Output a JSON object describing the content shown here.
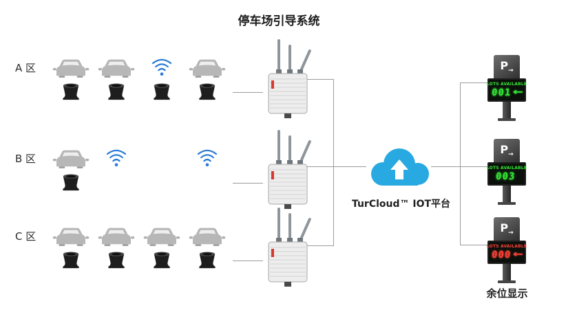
{
  "title": "停车场引导系统",
  "zones": [
    {
      "label": "A 区",
      "spots": [
        "car",
        "car",
        "wifi",
        "car"
      ],
      "sensors": [
        true,
        true,
        true,
        true
      ]
    },
    {
      "label": "B 区",
      "spots": [
        "car",
        "wifi",
        "empty",
        "wifi"
      ],
      "sensors": [
        true,
        false,
        false,
        false
      ]
    },
    {
      "label": "C 区",
      "spots": [
        "car",
        "car",
        "car",
        "car"
      ],
      "sensors": [
        true,
        true,
        true,
        true
      ]
    }
  ],
  "cloud": {
    "label": "TurCloud™ IOT平台"
  },
  "displays": [
    {
      "logo": "P",
      "logo_arrow": "→",
      "panel_title": "LOTS AVAILABLE",
      "count": "001",
      "arrow": "←",
      "count_color": "#35e835",
      "title_color": "#35e835"
    },
    {
      "logo": "P",
      "logo_arrow": "→",
      "panel_title": "LOTS AVAILABLE",
      "count": "003",
      "arrow": "",
      "count_color": "#35e835",
      "title_color": "#35e835"
    },
    {
      "logo": "P",
      "logo_arrow": "→",
      "panel_title": "LOTS AVAILABLE",
      "count": "000",
      "arrow": "←",
      "count_color": "#ff4238",
      "title_color": "#ff4238"
    }
  ],
  "displays_label": "余位显示",
  "icons": {
    "car": "car-icon",
    "wifi": "wifi-signal-icon",
    "sensor": "ground-sensor-icon",
    "gateway": "wireless-gateway-icon",
    "cloud": "cloud-upload-icon"
  },
  "colors": {
    "cloud_blue": "#29a9e1",
    "wifi_blue": "#2b7bd6",
    "led_green": "#35e835",
    "led_red": "#ff4238",
    "line_gray": "#9b9b9b",
    "car_gray": "#b7b7b7"
  }
}
